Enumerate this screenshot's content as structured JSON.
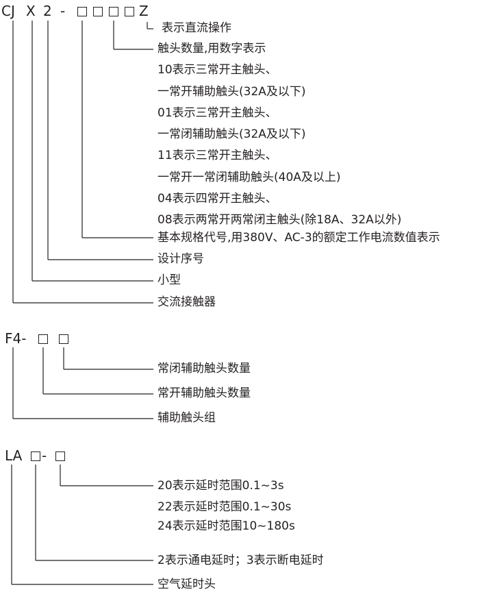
{
  "cjx2": {
    "code": {
      "p1": "CJ",
      "p2": "X",
      "p3": "2",
      "p4": "-",
      "p5": "Z"
    },
    "lines": [
      "表示直流操作",
      "触头数量,用数字表示",
      "10表示三常开主触头、",
      "一常开辅助触头(32A及以下)",
      "01表示三常开主触头、",
      "一常闭辅助触头(32A及以下)",
      "11表示三常开主触头、",
      "一常开一常闭辅助触头(40A及以上)",
      "04表示四常开主触头、",
      "08表示两常开两常闭主触头(除18A、32A以外)",
      "基本规格代号,用380V、AC-3的额定工作电流数值表示",
      "设计序号",
      "小型",
      "交流接触器"
    ]
  },
  "f4": {
    "code": {
      "p1": "F4-"
    },
    "lines": [
      "常闭辅助触头数量",
      "常开辅助触头数量",
      "辅助触头组"
    ]
  },
  "la": {
    "code": {
      "p1": "LA",
      "dash": "-"
    },
    "lines": [
      "20表示延时范围0.1~3s",
      "22表示延时范围0.1~30s",
      "24表示延时范围10~180s",
      "2表示通电延时；3表示断电延时",
      "空气延时头"
    ]
  }
}
